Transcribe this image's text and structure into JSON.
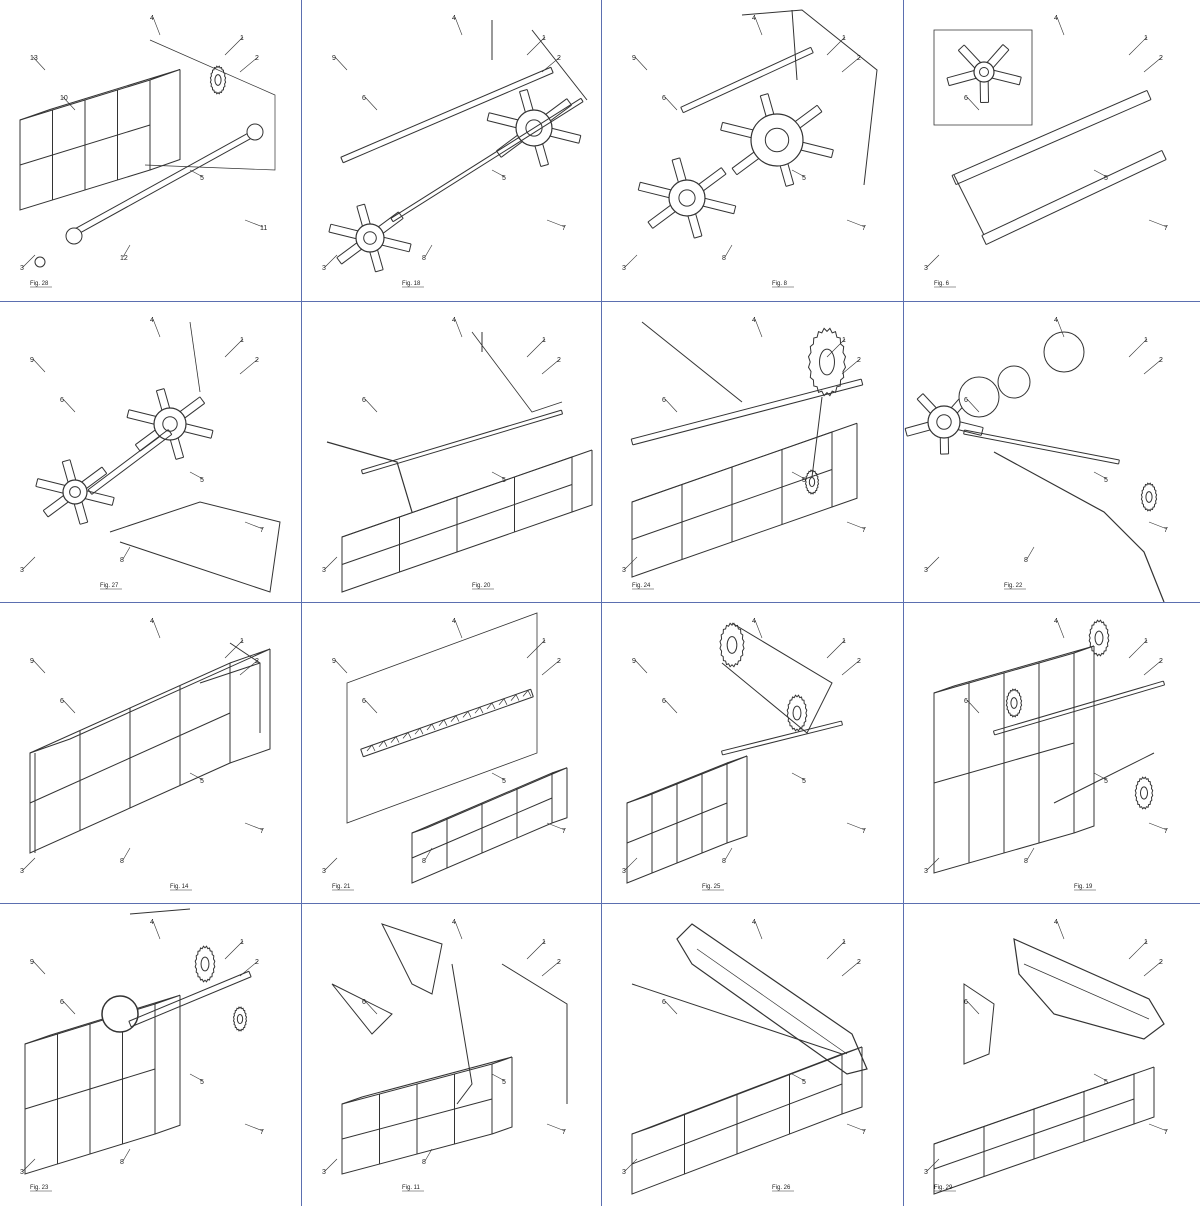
{
  "colors": {
    "line": "#333333",
    "frame": "#5b6fb0",
    "background": "#ffffff"
  },
  "panels": [
    {
      "label": "Fig. 28",
      "callouts": [
        "1",
        "2",
        "3",
        "4",
        "5",
        "10",
        "11",
        "12",
        "13"
      ]
    },
    {
      "label": "Fig. 18",
      "callouts": [
        "1",
        "2",
        "3",
        "4",
        "5",
        "6",
        "7",
        "8",
        "9"
      ]
    },
    {
      "label": "Fig. 8",
      "callouts": [
        "1",
        "2",
        "3",
        "4",
        "5",
        "6",
        "7",
        "8",
        "9"
      ]
    },
    {
      "label": "Fig. 6",
      "callouts": [
        "1",
        "2",
        "3",
        "4",
        "5",
        "6",
        "7"
      ]
    },
    {
      "label": "Fig. 27",
      "callouts": [
        "1",
        "2",
        "3",
        "4",
        "5",
        "6",
        "7",
        "8",
        "9"
      ]
    },
    {
      "label": "Fig. 20",
      "callouts": [
        "1",
        "2",
        "3",
        "4",
        "5",
        "6"
      ]
    },
    {
      "label": "Fig. 24",
      "callouts": [
        "1",
        "2",
        "3",
        "4",
        "5",
        "6",
        "7"
      ]
    },
    {
      "label": "Fig. 22",
      "callouts": [
        "1",
        "2",
        "3",
        "4",
        "5",
        "6",
        "7",
        "8"
      ]
    },
    {
      "label": "Fig. 14",
      "callouts": [
        "1",
        "2",
        "3",
        "4",
        "5",
        "6",
        "7",
        "8",
        "9"
      ]
    },
    {
      "label": "Fig. 21",
      "callouts": [
        "1",
        "2",
        "3",
        "4",
        "5",
        "6",
        "7",
        "8",
        "9"
      ]
    },
    {
      "label": "Fig. 25",
      "callouts": [
        "1",
        "2",
        "3",
        "4",
        "5",
        "6",
        "7",
        "8",
        "9"
      ]
    },
    {
      "label": "Fig. 19",
      "callouts": [
        "1",
        "2",
        "3",
        "4",
        "5",
        "6",
        "7",
        "8"
      ]
    },
    {
      "label": "Fig. 23",
      "callouts": [
        "1",
        "2",
        "3",
        "4",
        "5",
        "6",
        "7",
        "8",
        "9"
      ]
    },
    {
      "label": "Fig. 11",
      "callouts": [
        "1",
        "2",
        "3",
        "4",
        "5",
        "6",
        "7",
        "8"
      ]
    },
    {
      "label": "Fig. 26",
      "callouts": [
        "1",
        "2",
        "3",
        "4",
        "5",
        "6",
        "7"
      ]
    },
    {
      "label": "Fig. 29",
      "callouts": [
        "1",
        "2",
        "3",
        "4",
        "5",
        "6",
        "7"
      ]
    }
  ]
}
